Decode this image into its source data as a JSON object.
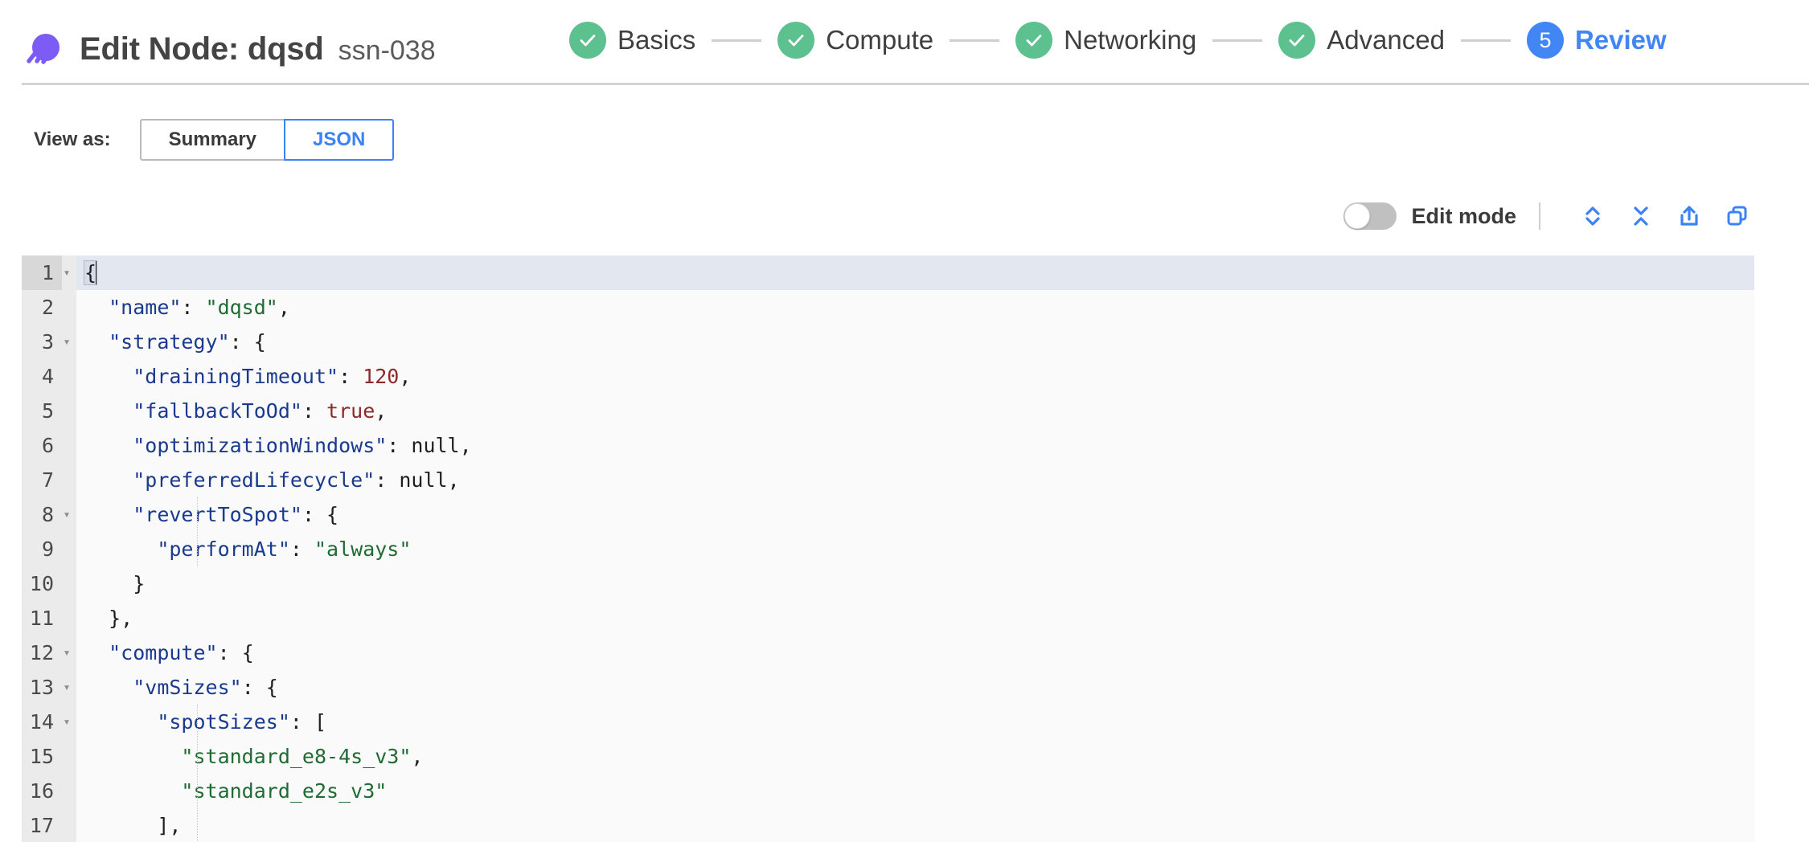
{
  "header": {
    "logo_icon": "spot-logo-icon",
    "title": "Edit Node: dqsd",
    "subtitle": "ssn-038"
  },
  "stepper": {
    "steps": [
      {
        "label": "Basics",
        "state": "done",
        "badge": "check-icon"
      },
      {
        "label": "Compute",
        "state": "done",
        "badge": "check-icon"
      },
      {
        "label": "Networking",
        "state": "done",
        "badge": "check-icon"
      },
      {
        "label": "Advanced",
        "state": "done",
        "badge": "check-icon"
      },
      {
        "label": "Review",
        "state": "current",
        "badge": "5"
      }
    ],
    "accent_done": "#5cc08f",
    "accent_current": "#4285f4"
  },
  "view_as": {
    "label": "View as:",
    "options": [
      {
        "label": "Summary",
        "selected": false
      },
      {
        "label": "JSON",
        "selected": true
      }
    ]
  },
  "editor_toolbar": {
    "edit_mode_label": "Edit mode",
    "edit_mode_on": false,
    "actions": [
      {
        "name": "expand-all-icon",
        "title": "Expand all"
      },
      {
        "name": "collapse-all-icon",
        "title": "Collapse all"
      },
      {
        "name": "share-icon",
        "title": "Export"
      },
      {
        "name": "copy-icon",
        "title": "Copy"
      }
    ],
    "icon_color": "#3b82f6"
  },
  "json_editor": {
    "active_line": 1,
    "lines": [
      {
        "n": 1,
        "fold": true,
        "indent": 0,
        "text": "{"
      },
      {
        "n": 2,
        "fold": false,
        "indent": 1,
        "key": "name",
        "sep": ": ",
        "value": "\"dqsd\"",
        "vtype": "str",
        "trail": ","
      },
      {
        "n": 3,
        "fold": true,
        "indent": 1,
        "key": "strategy",
        "sep": ": ",
        "value": "{",
        "vtype": "punct",
        "trail": ""
      },
      {
        "n": 4,
        "fold": false,
        "indent": 2,
        "key": "drainingTimeout",
        "sep": ": ",
        "value": "120",
        "vtype": "num",
        "trail": ","
      },
      {
        "n": 5,
        "fold": false,
        "indent": 2,
        "key": "fallbackToOd",
        "sep": ": ",
        "value": "true",
        "vtype": "bool",
        "trail": ","
      },
      {
        "n": 6,
        "fold": false,
        "indent": 2,
        "key": "optimizationWindows",
        "sep": ": ",
        "value": "null",
        "vtype": "null",
        "trail": ","
      },
      {
        "n": 7,
        "fold": false,
        "indent": 2,
        "key": "preferredLifecycle",
        "sep": ": ",
        "value": "null",
        "vtype": "null",
        "trail": ","
      },
      {
        "n": 8,
        "fold": true,
        "indent": 2,
        "key": "revertToSpot",
        "sep": ": ",
        "value": "{",
        "vtype": "punct",
        "trail": ""
      },
      {
        "n": 9,
        "fold": false,
        "indent": 3,
        "key": "performAt",
        "sep": ": ",
        "value": "\"always\"",
        "vtype": "str",
        "trail": ""
      },
      {
        "n": 10,
        "fold": false,
        "indent": 2,
        "text": "}"
      },
      {
        "n": 11,
        "fold": false,
        "indent": 1,
        "text": "},"
      },
      {
        "n": 12,
        "fold": true,
        "indent": 1,
        "key": "compute",
        "sep": ": ",
        "value": "{",
        "vtype": "punct",
        "trail": ""
      },
      {
        "n": 13,
        "fold": true,
        "indent": 2,
        "key": "vmSizes",
        "sep": ": ",
        "value": "{",
        "vtype": "punct",
        "trail": ""
      },
      {
        "n": 14,
        "fold": true,
        "indent": 3,
        "key": "spotSizes",
        "sep": ": ",
        "value": "[",
        "vtype": "punct",
        "trail": ""
      },
      {
        "n": 15,
        "fold": false,
        "indent": 4,
        "value": "\"standard_e8-4s_v3\"",
        "vtype": "str",
        "trail": ","
      },
      {
        "n": 16,
        "fold": false,
        "indent": 4,
        "value": "\"standard_e2s_v3\"",
        "vtype": "str",
        "trail": ""
      },
      {
        "n": 17,
        "fold": false,
        "indent": 3,
        "text": "],"
      }
    ]
  }
}
